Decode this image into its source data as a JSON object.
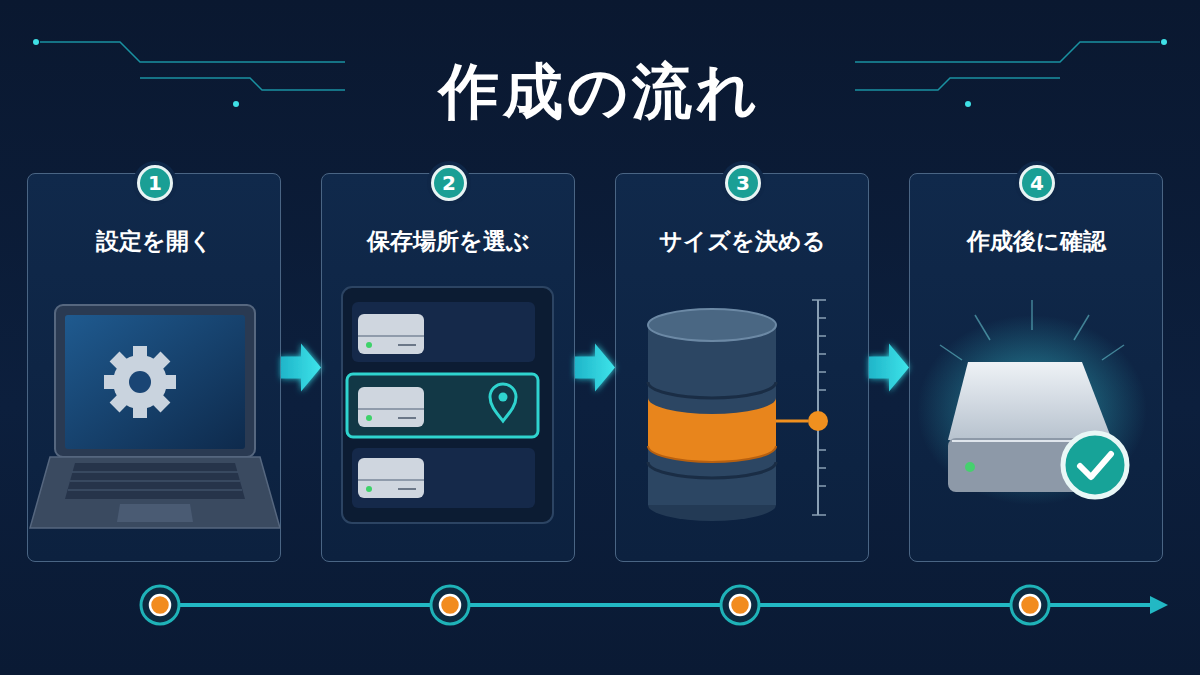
{
  "diagram": {
    "title": "作成の流れ",
    "nodes": [
      {
        "text": [
          "設定を開く"
        ]
      },
      {
        "text": [
          "1"
        ],
        "in": 0
      },
      {
        "text": [
          "保存場所を選ぶ"
        ]
      },
      {
        "text": [
          "2"
        ],
        "in": 2
      },
      {
        "text": [
          "サイズを決める"
        ]
      },
      {
        "text": [
          "3"
        ],
        "in": 4
      },
      {
        "text": [
          "作成後に確認"
        ]
      },
      {
        "text": [
          "4"
        ],
        "in": 6
      }
    ],
    "edges": [
      {
        "from": 0,
        "to": 2,
        "arrow": "to"
      },
      {
        "from": 2,
        "to": 4,
        "arrow": "to"
      },
      {
        "from": 4,
        "to": 6,
        "arrow": "to"
      }
    ]
  }
}
